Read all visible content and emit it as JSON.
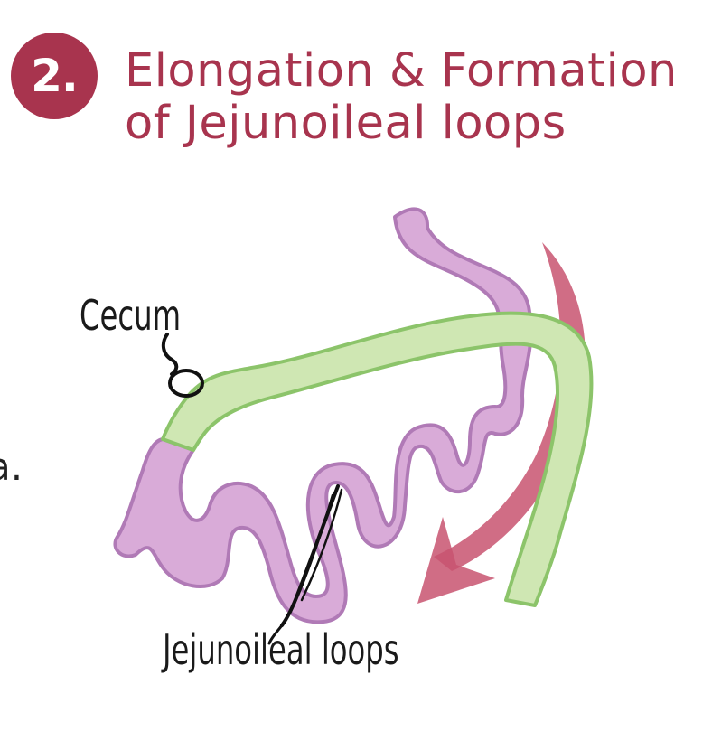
{
  "step": {
    "number": "2.",
    "color": "#a8344e"
  },
  "title": {
    "line1": "Elongation & Formation",
    "line2": "of Jejunoileal loops",
    "color": "#a8344e"
  },
  "labels": {
    "cecum": "Cecum",
    "jejunoileal_loops": "Jejunoileal loops",
    "edge_fragment": "a."
  },
  "colors": {
    "gut_purple_fill": "#d9abd8",
    "gut_purple_outline": "#b07ab6",
    "gut_green_fill": "#cfe7b3",
    "gut_green_outline": "#8cc46a",
    "rotation_arrow": "#c85470",
    "pointer_lines": "#111111"
  }
}
